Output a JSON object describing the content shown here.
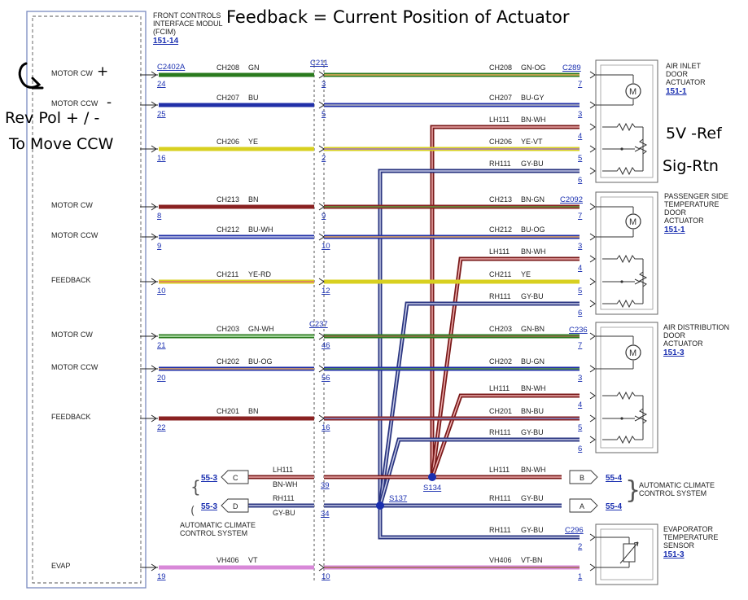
{
  "title": "Feedback = Current Position of Actuator",
  "fcim": {
    "name_lines": [
      "FRONT CONTROLS",
      "INTERFACE MODUL",
      "(FCIM)"
    ],
    "ref": "151-14"
  },
  "annotations": {
    "plus": "+",
    "minus": "-",
    "rev_pol_1": "Rev Pol + / -",
    "rev_pol_2": "To Move CCW",
    "ref_5v": "5V -Ref",
    "sig_rtn": "Sig-Rtn"
  },
  "connectors": {
    "c2402a": "C2402A",
    "c211": "C211",
    "c237": "C237",
    "c289": "C289",
    "c2092": "C2092",
    "c236": "C236",
    "c296": "C296",
    "s134": "S134",
    "s137": "S137"
  },
  "signals": [
    {
      "label": "MOTOR CW",
      "pin_l": "24",
      "ckt_l": "CH208",
      "col_l": "GN",
      "pin_m": "3",
      "ckt_r": "CH208",
      "col_r": "GN-OG",
      "pin_r": "7"
    },
    {
      "label": "MOTOR CCW",
      "pin_l": "25",
      "ckt_l": "CH207",
      "col_l": "BU",
      "pin_m": "5",
      "ckt_r": "CH207",
      "col_r": "BU-GY",
      "pin_r": "3"
    },
    {
      "label": "FEEDBACK",
      "pin_l": "16",
      "ckt_l": "CH206",
      "col_l": "YE",
      "pin_m": "2",
      "ckt_r": "CH206",
      "col_r": "YE-VT",
      "pin_r": "5"
    },
    {
      "label": "MOTOR CW",
      "pin_l": "8",
      "ckt_l": "CH213",
      "col_l": "BN",
      "pin_m": "9",
      "ckt_r": "CH213",
      "col_r": "BN-GN",
      "pin_r": "7"
    },
    {
      "label": "MOTOR CCW",
      "pin_l": "9",
      "ckt_l": "CH212",
      "col_l": "BU-WH",
      "pin_m": "10",
      "ckt_r": "CH212",
      "col_r": "BU-OG",
      "pin_r": "3"
    },
    {
      "label": "FEEDBACK",
      "pin_l": "10",
      "ckt_l": "CH211",
      "col_l": "YE-RD",
      "pin_m": "12",
      "ckt_r": "CH211",
      "col_r": "YE",
      "pin_r": "5"
    },
    {
      "label": "MOTOR CW",
      "pin_l": "21",
      "ckt_l": "CH203",
      "col_l": "GN-WH",
      "pin_m": "46",
      "ckt_r": "CH203",
      "col_r": "GN-BN",
      "pin_r": "7"
    },
    {
      "label": "MOTOR CCW",
      "pin_l": "20",
      "ckt_l": "CH202",
      "col_l": "BU-OG",
      "pin_m": "56",
      "ckt_r": "CH202",
      "col_r": "BU-GN",
      "pin_r": "3"
    },
    {
      "label": "FEEDBACK",
      "pin_l": "22",
      "ckt_l": "CH201",
      "col_l": "BN",
      "pin_m": "16",
      "ckt_r": "CH201",
      "col_r": "BN-BU",
      "pin_r": "5"
    },
    {
      "label": "EVAP",
      "pin_l": "19",
      "ckt_l": "VH406",
      "col_l": "VT",
      "pin_m": "10",
      "ckt_r": "VH406",
      "col_r": "VT-BN",
      "pin_r": "1"
    }
  ],
  "ref_wires": [
    {
      "ckt": "LH111",
      "col": "BN-WH",
      "pin": "4"
    },
    {
      "ckt": "RH111",
      "col": "GY-BU",
      "pin": "6"
    },
    {
      "ckt": "LH111",
      "col": "BN-WH",
      "pin": "4"
    },
    {
      "ckt": "RH111",
      "col": "GY-BU",
      "pin": "6"
    },
    {
      "ckt": "LH111",
      "col": "BN-WH",
      "pin": "4"
    },
    {
      "ckt": "RH111",
      "col": "GY-BU",
      "pin": "6"
    },
    {
      "ckt": "RH111",
      "col": "GY-BU",
      "pin": "2"
    }
  ],
  "actuators": [
    {
      "lines": [
        "AIR INLET",
        "DOOR",
        "ACTUATOR"
      ],
      "ref": "151-1"
    },
    {
      "lines": [
        "PASSENGER SIDE",
        "TEMPERATURE",
        "DOOR",
        "ACTUATOR"
      ],
      "ref": "151-1"
    },
    {
      "lines": [
        "AIR DISTRIBUTION",
        "DOOR",
        "ACTUATOR"
      ],
      "ref": "151-3"
    },
    {
      "lines": [
        "EVAPORATOR",
        "TEMPERATURE",
        "SENSOR"
      ],
      "ref": "151-3"
    }
  ],
  "acs": {
    "left_ref_top": "55-3",
    "left_ref_bot": "55-3",
    "c_letter": "C",
    "d_letter": "D",
    "lh_ckt": "LH111",
    "lh_col": "BN-WH",
    "lh_pin": "39",
    "rh_ckt": "RH111",
    "rh_col": "GY-BU",
    "rh_pin": "34",
    "left_name_lines": [
      "AUTOMATIC CLIMATE",
      "CONTROL SYSTEM"
    ],
    "r_lh_ckt": "LH111",
    "r_lh_col": "BN-WH",
    "r_rh_ckt": "RH111",
    "r_rh_col": "GY-BU",
    "b_letter": "B",
    "a_letter": "A",
    "right_ref_top": "55-4",
    "right_ref_bot": "55-4",
    "right_name_lines": [
      "AUTOMATIC CLIMATE",
      "CONTROL SYSTEM"
    ]
  }
}
